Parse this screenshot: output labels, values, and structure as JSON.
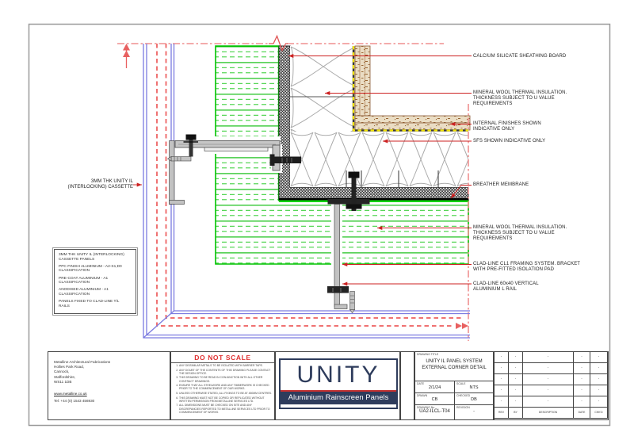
{
  "colors": {
    "hatch_green": "#00c300",
    "dashed_red": "#ef7272",
    "cutline_pink": "#ef8f8f",
    "leader_red": "#cc2222",
    "panel_blue": "#7b7be0",
    "membrane_yellow": "#f2e300",
    "logo_navy": "#2e3c5c",
    "logo_red": "#c23030"
  },
  "drawing": {
    "left_label": "3MM THK UNITY IL\n(INTERLOCKING) CASSETTE",
    "callouts": [
      {
        "text": "CALCIUM SILICATE SHEATHING BOARD"
      },
      {
        "text": "MINERAL WOOL THERMAL INSULATION.\nTHICKNESS SUBJECT TO U VALUE\nREQUIREMENTS"
      },
      {
        "text": "INTERNAL FINISHES SHOWN\nINDICATIVE ONLY"
      },
      {
        "text": "SFS SHOWN INDICATIVE ONLY"
      },
      {
        "text": "BREATHER MEMBRANE"
      },
      {
        "text": "MINERAL WOOL THERMAL INSULATION.\nTHICKNESS SUBJECT TO U VALUE\nREQUIREMENTS"
      },
      {
        "text": "CLAD-LINE CL1 FRAMING SYSTEM. BRACKET\nWITH PRE-FITTED ISOLATION PAD"
      },
      {
        "text": "CLAD-LINE 60x40 VERTICAL\nALUMINIUM L RAIL"
      }
    ],
    "notes_box": [
      "3MM THK UNITY IL (INTERLOCKING)\nCASSETTE PANELS",
      "PPC FINISH ALUMINIUM - A2-S1,D0\nCLASSIFICATION",
      "PRE-COAT ALUMINIUM - A1\nCLASSIFICATION",
      "ANODISED ALUMINIUM - A1\nCLASSIFICATION",
      "PANELS FIXED TO CLAD-LINE T/L\nRAILS"
    ]
  },
  "company": {
    "name": "Metalline Architectural Fabrications",
    "address": [
      "Hollies Park Road,",
      "Cannock,",
      "Staffordshire,",
      "WS11 1DB"
    ],
    "website": "www.metalline.co.uk",
    "tel": "Tel: +44 (0) 1543 456930"
  },
  "do_not_scale": {
    "heading": "DO NOT SCALE",
    "notes": [
      "ANY DISSIMILAR METALS TO BE ISOLATED WITH BARRIER TAPE.",
      "ANY DOUBT OF THE CONTENTS OF THIS DRAWING PLEASE CONTACT THE DESIGN OFFICE.",
      "THIS DRAWING TO BE READ IN CONJUNCTION WITH ALL OTHER CONTRACT DRAWINGS.",
      "ENSURE THAT ALL STEELWORK AND ANY TIMBERWORK IS CHECKED PRIOR TO THE COMMENCEMENT OF OUR WORKS.",
      "UNLESS OTHERWISE STATED, ALL FIXINGS TO BE AT 450MM CENTRES.",
      "THIS DRAWING MUST NOT BE COPIED OR REPLICATED WITHOUT WRITTEN PERMISSION FROM METALLINE SERVICES LTD.",
      "ALL DIMENSIONS MUST BE CHECKED ON SITE AND ANY DISCREPANCIES REPORTED TO METALLINE SERVICES LTD PRIOR TO COMMENCEMENT OF WORKS."
    ]
  },
  "logo": {
    "wordmark": "UNITY",
    "tagline": "Aluminium Rainscreen Panels"
  },
  "title_block": {
    "labels": {
      "drawing_title": "DRAWING TITLE",
      "date": "DATE",
      "scale": "SCALE",
      "drawn": "DRAWN",
      "checked": "CHECKED",
      "drawing_no": "DRAWING No.",
      "revision": "REVISION"
    },
    "title": "UNITY IL PANEL SYSTEM\nEXTERNAL CORNER DETAIL",
    "date": "2/1/24",
    "scale": "NTS",
    "drawn": "CB",
    "checked": "DB",
    "drawing_no": "UA2-ILCL-T04",
    "revision": "-"
  },
  "revision_table": {
    "headers": [
      "REV",
      "BY",
      "DESCRIPTION",
      "DATE",
      "CHK'D"
    ],
    "rows": [
      [
        "-",
        "-",
        "-",
        "-",
        "-"
      ],
      [
        "-",
        "-",
        "-",
        "-",
        "-"
      ],
      [
        "-",
        "-",
        "-",
        "-",
        "-"
      ],
      [
        "-",
        "-",
        "-",
        "-",
        "-"
      ],
      [
        "-",
        "-",
        "-",
        "-",
        "-"
      ]
    ]
  }
}
